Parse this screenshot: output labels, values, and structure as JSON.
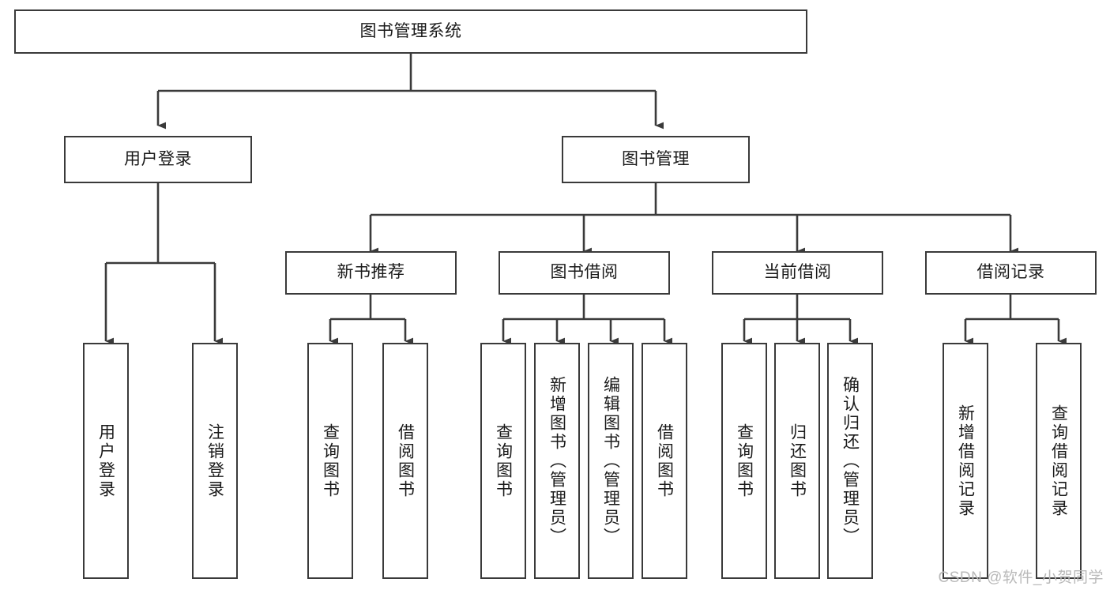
{
  "diagram": {
    "title": "图书管理系统",
    "type": "tree-hierarchy",
    "watermark": "CSDN @软件_小贺同学",
    "colors": {
      "node_border": "#3a3a3a",
      "node_fill": "#ffffff",
      "edge": "#3a3a3a",
      "text": "#1a1a1a",
      "watermark": "#b9b9b9",
      "background": "#ffffff"
    }
  },
  "nodes": {
    "root": {
      "label": "图书管理系统"
    },
    "level2": [
      {
        "id": "user-login",
        "label": "用户登录"
      },
      {
        "id": "book-manage",
        "label": "图书管理"
      }
    ],
    "level3": [
      {
        "id": "new-book-recommend",
        "label": "新书推荐"
      },
      {
        "id": "book-borrow",
        "label": "图书借阅"
      },
      {
        "id": "current-borrow",
        "label": "当前借阅"
      },
      {
        "id": "borrow-record",
        "label": "借阅记录"
      }
    ],
    "leaves": {
      "user-login": [
        {
          "id": "leaf-user-login",
          "label": "用户登录"
        },
        {
          "id": "leaf-logout-login",
          "label": "注销登录"
        }
      ],
      "new-book-recommend": [
        {
          "id": "leaf-query-book-1",
          "label": "查询图书"
        },
        {
          "id": "leaf-borrow-book-1",
          "label": "借阅图书"
        }
      ],
      "book-borrow": [
        {
          "id": "leaf-query-book-2",
          "label": "查询图书"
        },
        {
          "id": "leaf-add-book",
          "label": "新增图书（管理员）"
        },
        {
          "id": "leaf-edit-book",
          "label": "编辑图书（管理员）"
        },
        {
          "id": "leaf-borrow-book-2",
          "label": "借阅图书"
        }
      ],
      "current-borrow": [
        {
          "id": "leaf-query-book-3",
          "label": "查询图书"
        },
        {
          "id": "leaf-return-book",
          "label": "归还图书"
        },
        {
          "id": "leaf-confirm-return",
          "label": "确认归还（管理员）"
        }
      ],
      "borrow-record": [
        {
          "id": "leaf-add-record",
          "label": "新增借阅记录"
        },
        {
          "id": "leaf-query-record",
          "label": "查询借阅记录"
        }
      ]
    }
  }
}
